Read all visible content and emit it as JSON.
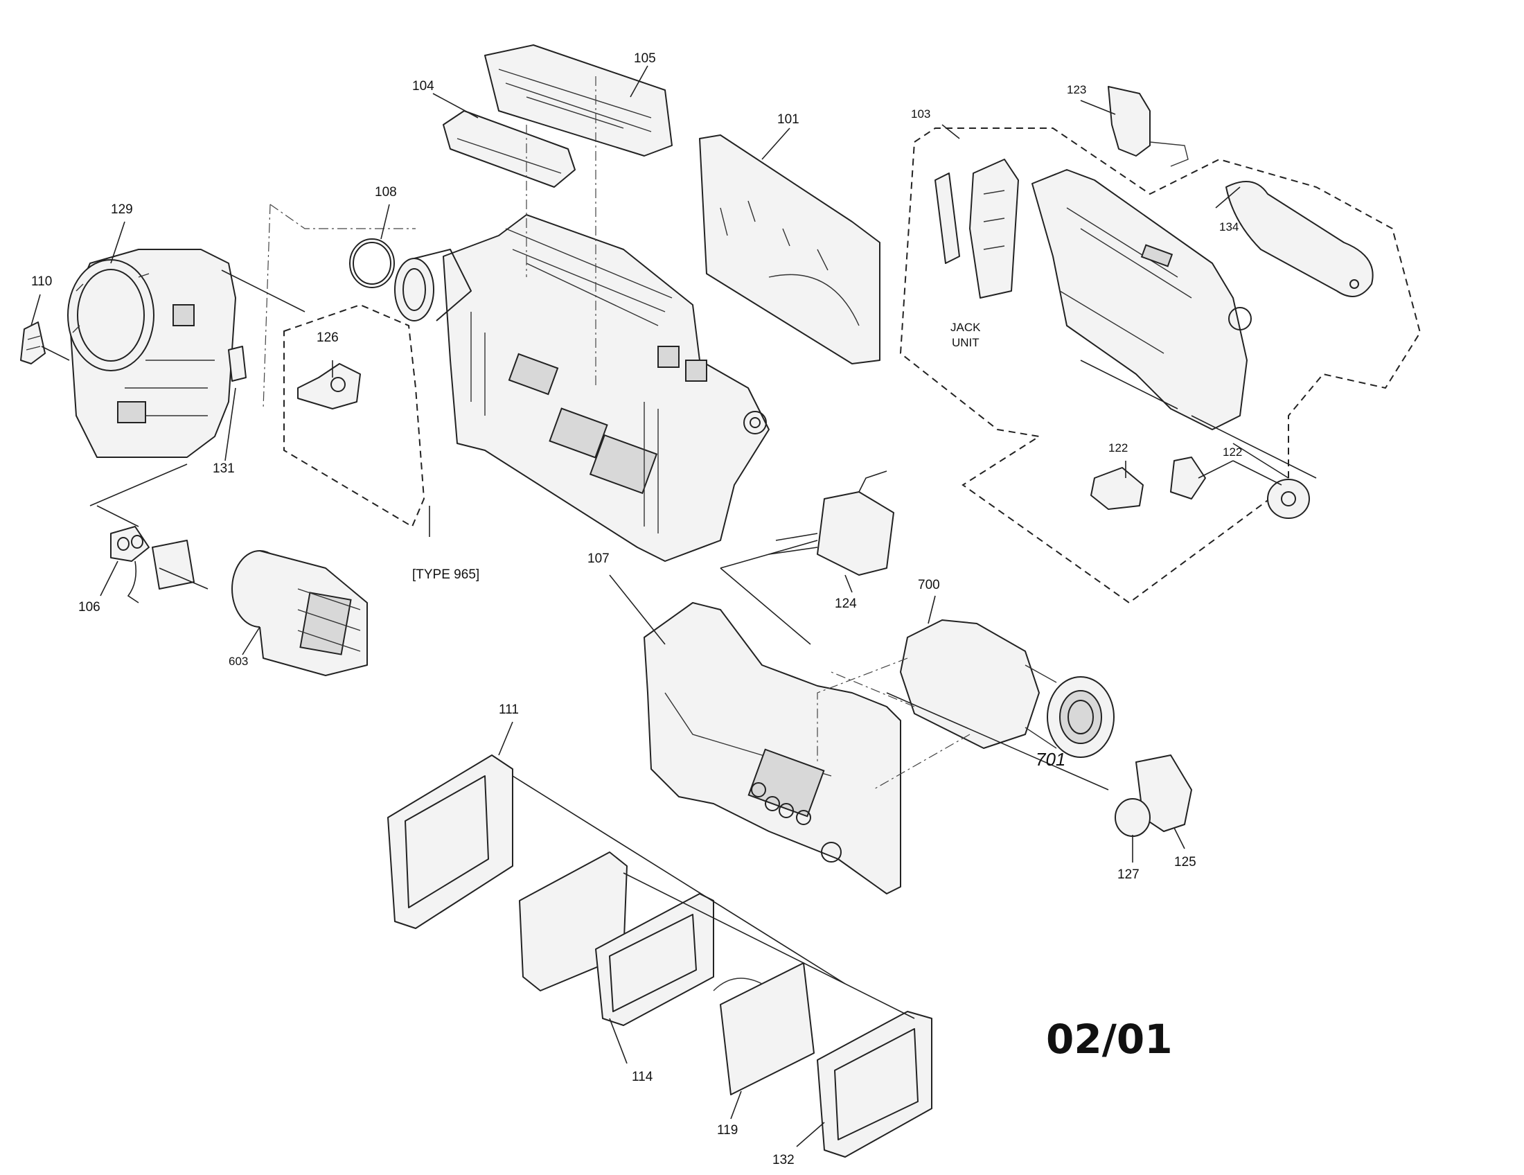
{
  "diagram": {
    "stamp": "02/01",
    "type_note": "[TYPE 965]",
    "jack_unit_line1": "JACK",
    "jack_unit_line2": "UNIT",
    "parts": [
      {
        "id": "p101",
        "label": "101"
      },
      {
        "id": "p103",
        "label": "103"
      },
      {
        "id": "p104",
        "label": "104"
      },
      {
        "id": "p105",
        "label": "105"
      },
      {
        "id": "p106",
        "label": "106"
      },
      {
        "id": "p107",
        "label": "107"
      },
      {
        "id": "p108",
        "label": "108"
      },
      {
        "id": "p110",
        "label": "110"
      },
      {
        "id": "p111",
        "label": "111"
      },
      {
        "id": "p114",
        "label": "114"
      },
      {
        "id": "p119",
        "label": "119"
      },
      {
        "id": "p122a",
        "label": "122"
      },
      {
        "id": "p122b",
        "label": "122"
      },
      {
        "id": "p123",
        "label": "123"
      },
      {
        "id": "p124",
        "label": "124"
      },
      {
        "id": "p125",
        "label": "125"
      },
      {
        "id": "p126",
        "label": "126"
      },
      {
        "id": "p127",
        "label": "127"
      },
      {
        "id": "p129",
        "label": "129"
      },
      {
        "id": "p131",
        "label": "131"
      },
      {
        "id": "p132",
        "label": "132"
      },
      {
        "id": "p134",
        "label": "134"
      },
      {
        "id": "p603",
        "label": "603"
      },
      {
        "id": "p700",
        "label": "700"
      },
      {
        "id": "p701",
        "label": "701"
      }
    ]
  }
}
